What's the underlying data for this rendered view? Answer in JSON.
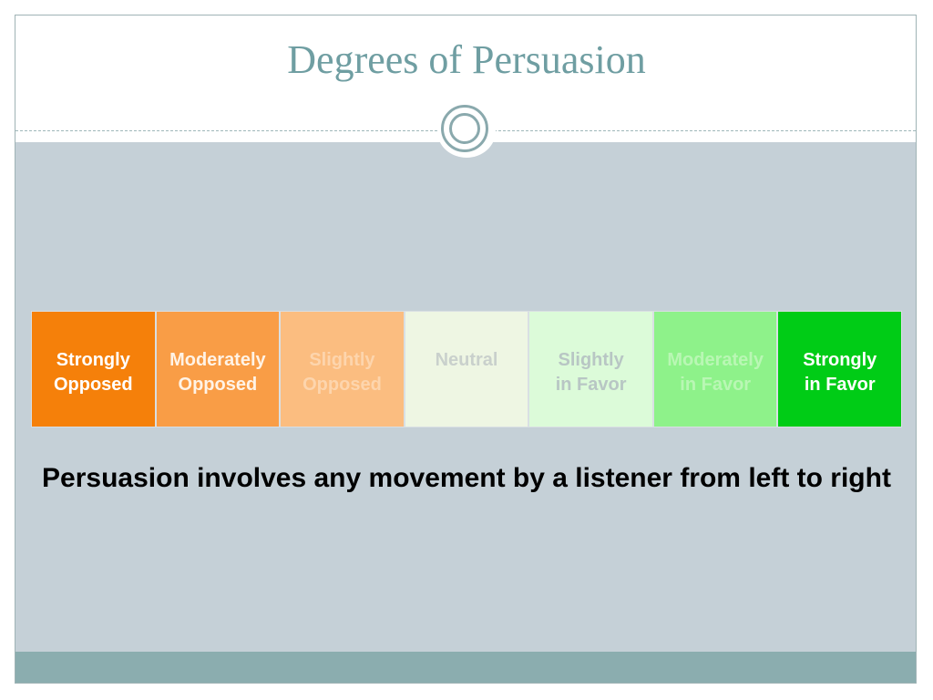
{
  "slide": {
    "title": "Degrees of Persuasion",
    "scale": [
      {
        "label": "Strongly\nOpposed",
        "color": "#f5800a"
      },
      {
        "label": "Moderately\nOpposed",
        "color": "#f99d46"
      },
      {
        "label": "Slightly\nOpposed",
        "color": "#fbbd80"
      },
      {
        "label": "Neutral",
        "color": "#eef6e3"
      },
      {
        "label": "Slightly\nin Favor",
        "color": "#dcfbd9"
      },
      {
        "label": "Moderately\nin Favor",
        "color": "#8ef28a"
      },
      {
        "label": "Strongly\nin Favor",
        "color": "#00cc16"
      }
    ],
    "caption": "Persuasion involves any movement by a listener from left to right"
  },
  "theme": {
    "title_color": "#6f9ea2",
    "content_background": "#c5d0d7",
    "footer_color": "#8badaf"
  }
}
